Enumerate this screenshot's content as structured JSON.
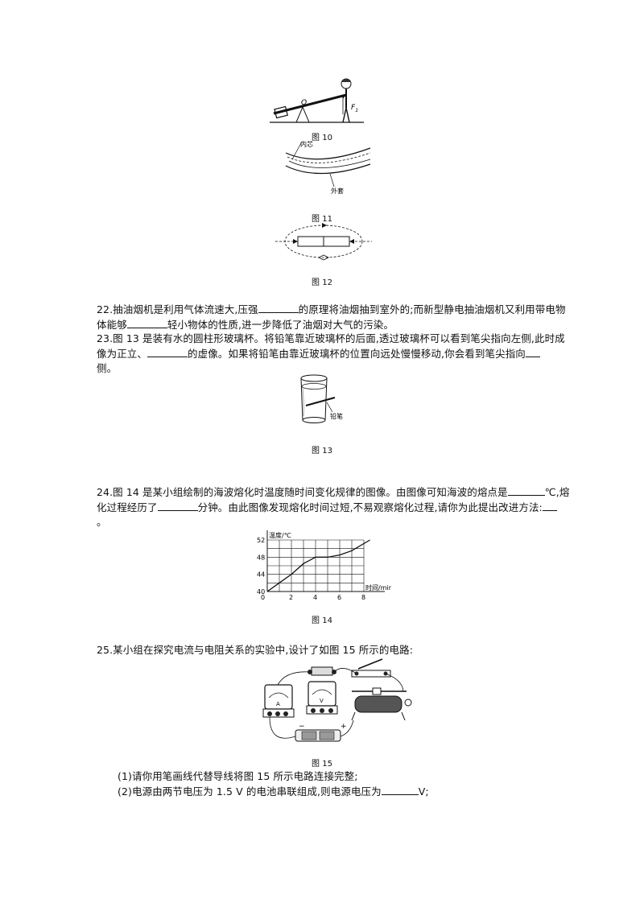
{
  "figures": {
    "fig10": {
      "caption": "图 10",
      "label_o": "O",
      "label_f": "F",
      "label_f_sub": "1"
    },
    "fig11": {
      "caption": "图 11",
      "label_inner": "内芯",
      "label_outer": "外套"
    },
    "fig12": {
      "caption": "图 12"
    },
    "fig13": {
      "caption": "图 13",
      "label_pencil": "铅笔"
    },
    "fig14": {
      "caption": "图 14"
    },
    "fig15": {
      "caption": "图 15",
      "label_a": "A",
      "label_v": "V",
      "label_minus": "−",
      "label_plus": "+"
    }
  },
  "q22": {
    "l1a": "22.抽油烟机是利用气体流速大,压强",
    "l1b": "的原理将油烟抽到室外的;而新型静电抽油烟机又利用带电物",
    "l2a": "体能够",
    "l2b": "轻小物体的性质,进一步降低了油烟对大气的污染。"
  },
  "q23": {
    "l1": "23.图 13 是装有水的圆柱形玻璃杯。将铅笔靠近玻璃杯的后面,透过玻璃杯可以看到笔尖指向左侧,此时成",
    "l2a": "像为正立、",
    "l2b": "的虚像。如果将铅笔由靠近玻璃杯的位置向远处慢慢移动,你会看到笔尖指向",
    "l3": "侧。"
  },
  "q24": {
    "l1a": "24.图 14 是某小组绘制的海波熔化时温度随时间变化规律的图像。由图像可知海波的熔点是",
    "l1b": "℃,熔",
    "l2a": "化过程经历了",
    "l2b": "分钟。由此图像发现熔化时间过短,不易观察熔化过程,请你为此提出改进方法:",
    "l3": "。"
  },
  "q25": {
    "l1": "25.某小组在探究电流与电阻关系的实验中,设计了如图 15 所示的电路:",
    "s1": "(1)请你用笔画线代替导线将图 15 所示电路连接完整;",
    "s2a": "(2)电源由两节电压为 1.5  V 的电池串联组成,则电源电压为",
    "s2b": "V;"
  },
  "chart_data": {
    "type": "line",
    "title": "",
    "xlabel": "时间/min",
    "ylabel": "温度/℃",
    "x_ticks": [
      "0",
      "2",
      "4",
      "6",
      "8"
    ],
    "y_ticks": [
      "40",
      "44",
      "48",
      "52"
    ],
    "xlim": [
      0,
      8
    ],
    "ylim": [
      40,
      52
    ],
    "grid": true,
    "series": [
      {
        "x": [
          0,
          1,
          2,
          3,
          4,
          5,
          6,
          7,
          8.5
        ],
        "y": [
          40,
          42,
          44,
          46.5,
          48,
          48,
          48.5,
          49.5,
          52
        ]
      }
    ]
  }
}
